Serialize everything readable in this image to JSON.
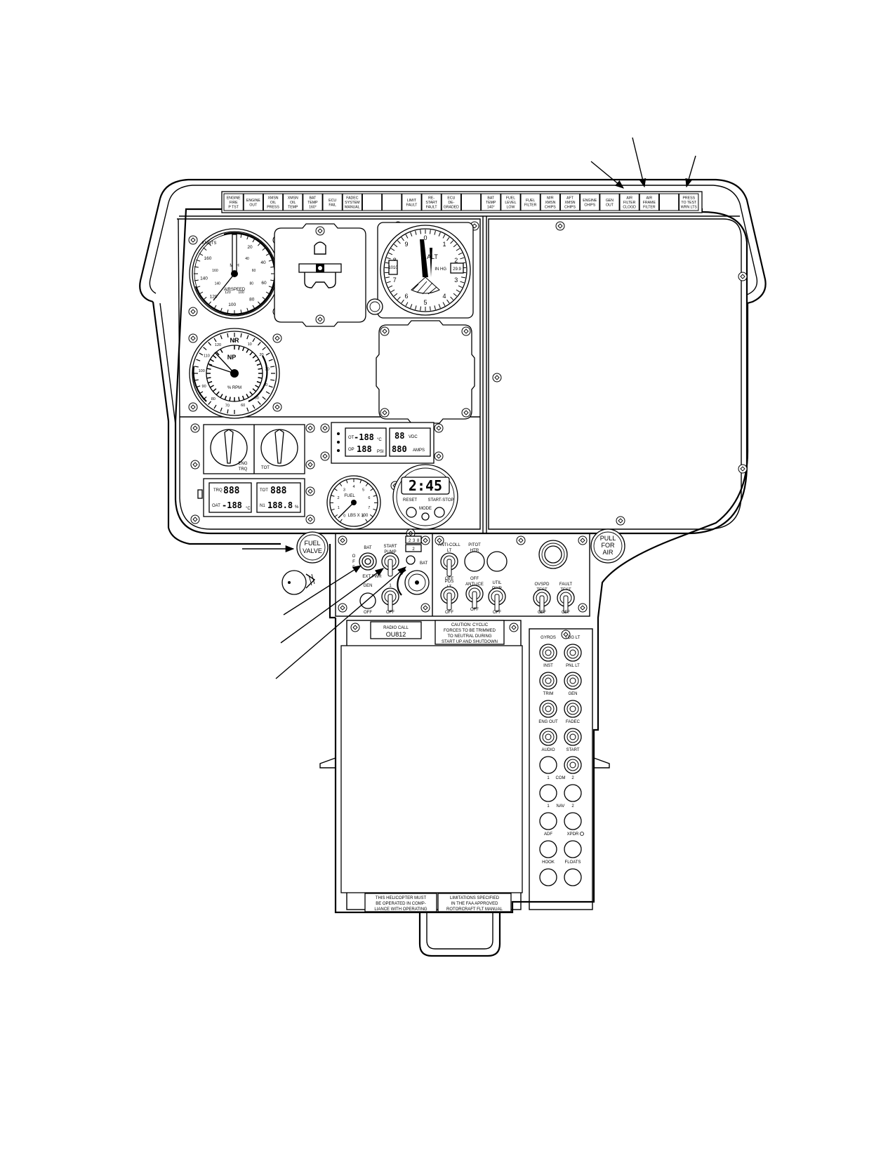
{
  "caution_panel": [
    [
      "ENGINE",
      "FIRE",
      "P TST"
    ],
    [
      "ENGINE",
      "OUT"
    ],
    [
      "XMSN",
      "OIL",
      "PRESS"
    ],
    [
      "XMSN",
      "OIL",
      "TEMP"
    ],
    [
      "BAT",
      "TEMP",
      "160°"
    ],
    [
      "ECU",
      "FAIL"
    ],
    [
      "FADEC",
      "SYSTEM",
      "MANUAL"
    ],
    [],
    [],
    [
      "LIMIT",
      "FAULT"
    ],
    [
      "RE-",
      "START",
      "FAULT"
    ],
    [
      "ECU",
      "DE-",
      "GRADED"
    ],
    [],
    [
      "BAT",
      "TEMP",
      "140°"
    ],
    [
      "FUEL",
      "LEVEL",
      "LOW"
    ],
    [
      "FUEL",
      "FILTER"
    ],
    [
      "M/R",
      "XMSN",
      "CHIPS"
    ],
    [
      "AFT",
      "XMSN",
      "CHIPS"
    ],
    [
      "ENGINE",
      "CHIPS"
    ],
    [
      "GEN",
      "OUT"
    ],
    [
      "AIR",
      "FILTER",
      "CLOGD"
    ],
    [
      "AIR",
      "FRAME",
      "FILTER"
    ],
    [],
    [
      "PRESS",
      "TO TEST",
      "WRN LTS"
    ]
  ],
  "airspeed": {
    "title": "KNOTS",
    "name": "AIRSPEED",
    "ticks": [
      "20",
      "40",
      "60",
      "80",
      "100",
      "120",
      "140",
      "160"
    ],
    "inner_ticks": [
      "40",
      "60",
      "80",
      "100",
      "120",
      "140",
      "160"
    ],
    "unit": "MPH"
  },
  "rpm": {
    "nr": "NR",
    "np": "NP",
    "unit": "% RPM",
    "ticks": [
      "0",
      "10",
      "20",
      "30",
      "40",
      "50",
      "60",
      "70",
      "80",
      "90",
      "100",
      "110",
      "120"
    ]
  },
  "altimeter": {
    "name": "ALT",
    "digits": [
      "0",
      "1",
      "2",
      "3",
      "4",
      "5",
      "6",
      "7",
      "8",
      "9"
    ],
    "window_left": "1010",
    "window_right": "29.9",
    "in_hg": "IN HG"
  },
  "trq_tot": {
    "trq": "TRQ",
    "eng": "ENG",
    "tot": "TOT"
  },
  "digital_trq": {
    "trq_label": "TRQ",
    "trq_val": "888",
    "oat_label": "OAT",
    "oat_val": "-188",
    "oat_unit": "°C",
    "tot_label": "TOT",
    "tot_val": "888",
    "n1_label": "N1",
    "n1_val": "188.8",
    "n1_unit": "%"
  },
  "oil_volt": {
    "ot_label": "OT",
    "ot_val": "-188",
    "ot_unit": "°C",
    "op_label": "OP",
    "op_val": "188",
    "op_unit": "PSI",
    "vdc_val": "88",
    "vdc_unit": "VDC",
    "amps_val": "880",
    "amps_unit": "AMPS"
  },
  "fuel_gauge": {
    "label": "FUEL",
    "unit": "LBS X 100",
    "ticks": [
      "0",
      "1",
      "2",
      "3",
      "4",
      "5",
      "6",
      "7",
      "8"
    ]
  },
  "clock": {
    "time": "2:45",
    "reset": "RESET",
    "start_stop": "START-STOP",
    "mode": "MODE"
  },
  "switches": {
    "fuel_valve": [
      "FUEL",
      "VALVE"
    ],
    "pull_for_air": [
      "PULL",
      "FOR",
      "AIR"
    ],
    "bat": "BAT",
    "bat_pos": [
      "O",
      "F",
      "F"
    ],
    "ext_pwr": "EXT PWR",
    "start_pump": [
      "START",
      "PUMP"
    ],
    "gen": "GEN",
    "gen_off": "OFF",
    "num1": "1",
    "num1_off": "OFF",
    "bat_dial": "BAT",
    "counter": [
      "2",
      "3",
      "8"
    ],
    "counter2": "2",
    "anti_coll": [
      "ANTI-COLL",
      "LT"
    ],
    "anti_coll_off": "OFF",
    "pitot": [
      "PITOT",
      "HTR"
    ],
    "pitot_off": "OFF",
    "pos_lt": [
      "POS",
      "LT"
    ],
    "pos_off": "OFF",
    "anti_ice": "ANTI-ICE",
    "anti_ice_off": "OFF",
    "util": [
      "UTIL",
      "PWR"
    ],
    "util_off": "OFF",
    "ovspd": [
      "OVSPD",
      "TEST"
    ],
    "ovspd_off": "OFF",
    "fault": [
      "FAULT",
      "TEST"
    ],
    "fault_off": "OFF"
  },
  "placards": {
    "radio_call_label": "RADIO CALL",
    "radio_call": "OU812",
    "caution": [
      "CAUTION: CYCLIC",
      "FORCES TO BE TRIMMED",
      "TO NEUTRAL DURING",
      "START UP AND SHUTDOWN"
    ],
    "limits_left": [
      "THIS HELICOPTER MUST",
      "BE OPERATED IN COMP-",
      "LIANCE WITH OPERATING"
    ],
    "limits_right": [
      "LIMITATIONS SPECIFIED",
      "IN THE FAA APPROVED",
      "ROTORCRAFT FLT MANUAL"
    ]
  },
  "breakers": [
    [
      "GYROS",
      "LDG LT"
    ],
    [
      "INST",
      "PNL LT"
    ],
    [
      "TRIM",
      "GEN"
    ],
    [
      "ENG OUT",
      "FADEC"
    ],
    [
      "AUDIO",
      "START"
    ],
    [
      "1",
      "COM",
      "2"
    ],
    [
      "1",
      "NAV",
      "2"
    ],
    [
      "ADF",
      "XPDR"
    ],
    [
      "HOOK",
      "FLOATS"
    ]
  ]
}
